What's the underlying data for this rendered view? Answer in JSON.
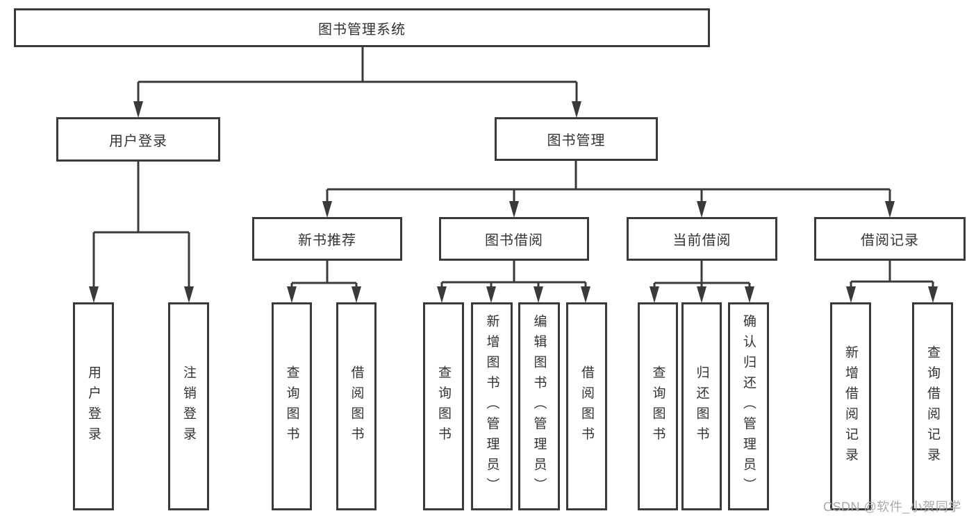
{
  "title": "图书管理系统",
  "watermark": "CSDN @软件_小贺同学",
  "colors": {
    "line": "#3a3a3a",
    "node_border": "#3a3a3a",
    "text": "#333333",
    "watermark": "#a9a9a9",
    "background": "#ffffff"
  },
  "tree": {
    "label": "图书管理系统",
    "children": [
      {
        "label": "用户登录",
        "children": [
          {
            "label": "用户登录"
          },
          {
            "label": "注销登录"
          }
        ]
      },
      {
        "label": "图书管理",
        "children": [
          {
            "label": "新书推荐",
            "children": [
              {
                "label": "查询图书"
              },
              {
                "label": "借阅图书"
              }
            ]
          },
          {
            "label": "图书借阅",
            "children": [
              {
                "label": "查询图书"
              },
              {
                "label": "新增图书（管理员）"
              },
              {
                "label": "编辑图书（管理员）"
              },
              {
                "label": "借阅图书"
              }
            ]
          },
          {
            "label": "当前借阅",
            "children": [
              {
                "label": "查询图书"
              },
              {
                "label": "归还图书"
              },
              {
                "label": "确认归还（管理员）"
              }
            ]
          },
          {
            "label": "借阅记录",
            "children": [
              {
                "label": "新增借阅记录"
              },
              {
                "label": "查询借阅记录"
              }
            ]
          }
        ]
      }
    ]
  }
}
